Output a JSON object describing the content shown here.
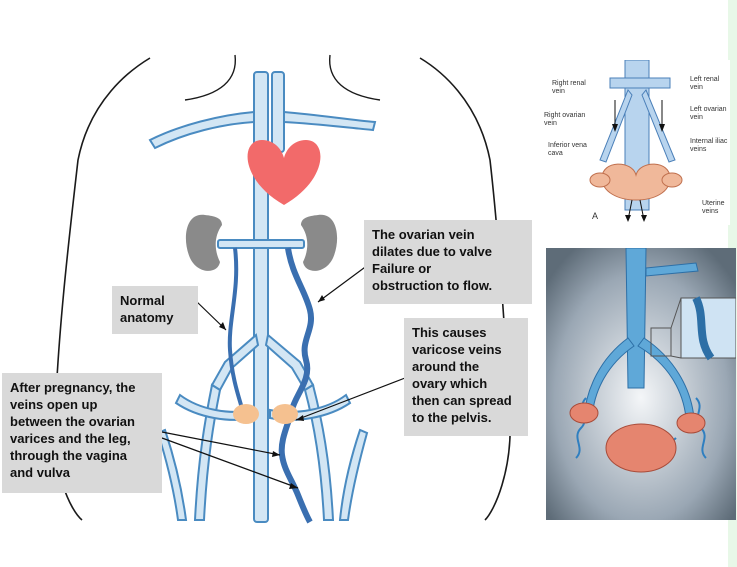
{
  "callouts": {
    "normal_anatomy": "Normal\nanatomy",
    "ovarian_vein": "The ovarian vein\ndilates due to valve\nFailure or\nobstruction to flow.",
    "varicose": "This causes\nvaricose veins\naround the\novary which\nthen can spread\nto the pelvis.",
    "pregnancy": "After pregnancy, the\nveins open up\nbetween the ovarian\nvarices and the leg,\nthrough the vagina\nand vulva"
  },
  "inset_top": {
    "right_renal_vein": "Right renal\nvein",
    "left_renal_vein": "Left renal\nvein",
    "right_ovarian_vein": "Right ovarian\nvein",
    "left_ovarian_vein": "Left ovarian\nvein",
    "inferior_vena_cava": "Inferior vena\ncava",
    "internal_iliac_veins": "Internal iliac\nveins",
    "uterine_veins": "Uterine\nveins",
    "panel_letter": "A"
  },
  "colors": {
    "vein_fill": "#d3e6f4",
    "vein_stroke": "#4a8bc1",
    "dilated_vein": "#3a6fb0",
    "heart": "#f26a6a",
    "kidney": "#8a8a8a",
    "ovary": "#f5c190",
    "callout_bg": "#d9d9d9"
  }
}
